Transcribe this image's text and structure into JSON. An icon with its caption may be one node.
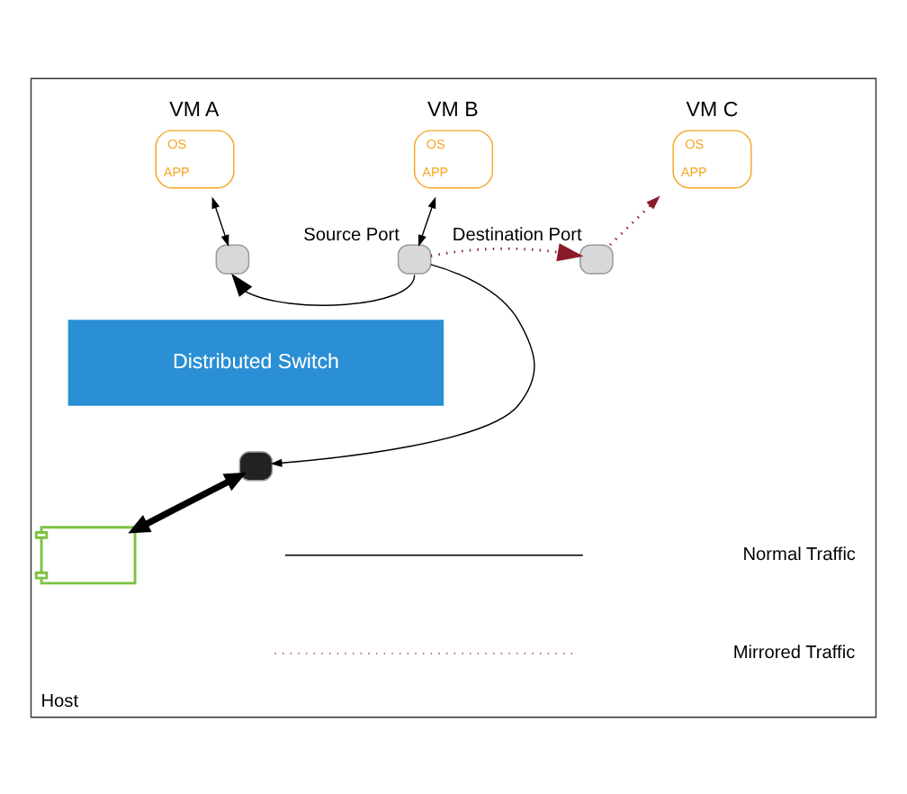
{
  "diagram": {
    "nodes": [
      {
        "text": [
          "Host"
        ]
      },
      {
        "text": [
          "VM A",
          "OS",
          "APP"
        ],
        "in": 0
      },
      {
        "text": [
          "VM B",
          "OS",
          "APP"
        ],
        "in": 0
      },
      {
        "text": [
          "VM C",
          "OS",
          "APP"
        ],
        "in": 0
      },
      {
        "text": [],
        "shape": "box",
        "in": 0
      },
      {
        "text": [],
        "shape": "box",
        "in": 0,
        "beside": [
          "Source Port"
        ]
      },
      {
        "text": [],
        "shape": "box",
        "in": 0,
        "beside": [
          "Destination Port"
        ]
      },
      {
        "text": [
          "Distributed Switch"
        ],
        "in": 0
      },
      {
        "text": [],
        "shape": "box",
        "in": 0
      },
      {
        "text": [],
        "shape": "picture",
        "in": 0
      }
    ],
    "edges": [
      {
        "from": 1,
        "to": 4,
        "arrow": "both"
      },
      {
        "from": 2,
        "to": 5,
        "arrow": "both"
      },
      {
        "from": 6,
        "to": 3,
        "arrow": "to",
        "style": "dashed",
        "color": "#8b1a2b"
      },
      {
        "from": 5,
        "to": 4,
        "arrow": "to"
      },
      {
        "from": 5,
        "to": 6,
        "arrow": "to",
        "style": "dashed",
        "color": "#8b1a2b"
      },
      {
        "from": 5,
        "to": 8,
        "arrow": "to"
      },
      {
        "from": 8,
        "to": 9,
        "arrow": "both",
        "style": "thick"
      }
    ],
    "legend": [
      {
        "text": "Normal Traffic"
      },
      {
        "text": "Mirrored Traffic"
      }
    ]
  }
}
